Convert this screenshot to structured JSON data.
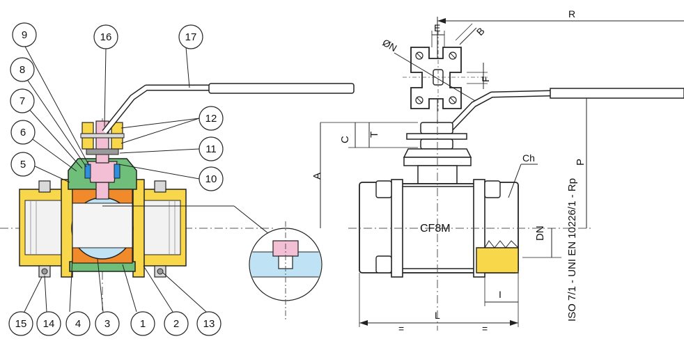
{
  "callouts": {
    "c1": "1",
    "c2": "2",
    "c3": "3",
    "c4": "4",
    "c5": "5",
    "c6": "6",
    "c7": "7",
    "c8": "8",
    "c9": "9",
    "c10": "10",
    "c11": "11",
    "c12": "12",
    "c13": "13",
    "c14": "14",
    "c15": "15",
    "c16": "16",
    "c17": "17"
  },
  "dimensions": {
    "R": "R",
    "E": "E",
    "B": "B",
    "N": "ØN",
    "F": "F",
    "T": "T",
    "C": "C",
    "A": "A",
    "P": "P",
    "Ch": "Ch",
    "DN": "DN",
    "L": "L",
    "I": "I",
    "eq_left": "=",
    "eq_right": "="
  },
  "labels": {
    "material": "CF8M",
    "standard": "ISO 7/1 - UNI EN 10226/1 - Rp"
  },
  "colors": {
    "yellow": "#f8d84a",
    "orange": "#f08a2a",
    "green": "#6fbf7a",
    "pink": "#f3bfd4",
    "blue": "#2e8fe0",
    "lightblue": "#bfe3f5",
    "grey": "#d9d9d9",
    "darkgrey": "#9a9a9a"
  }
}
